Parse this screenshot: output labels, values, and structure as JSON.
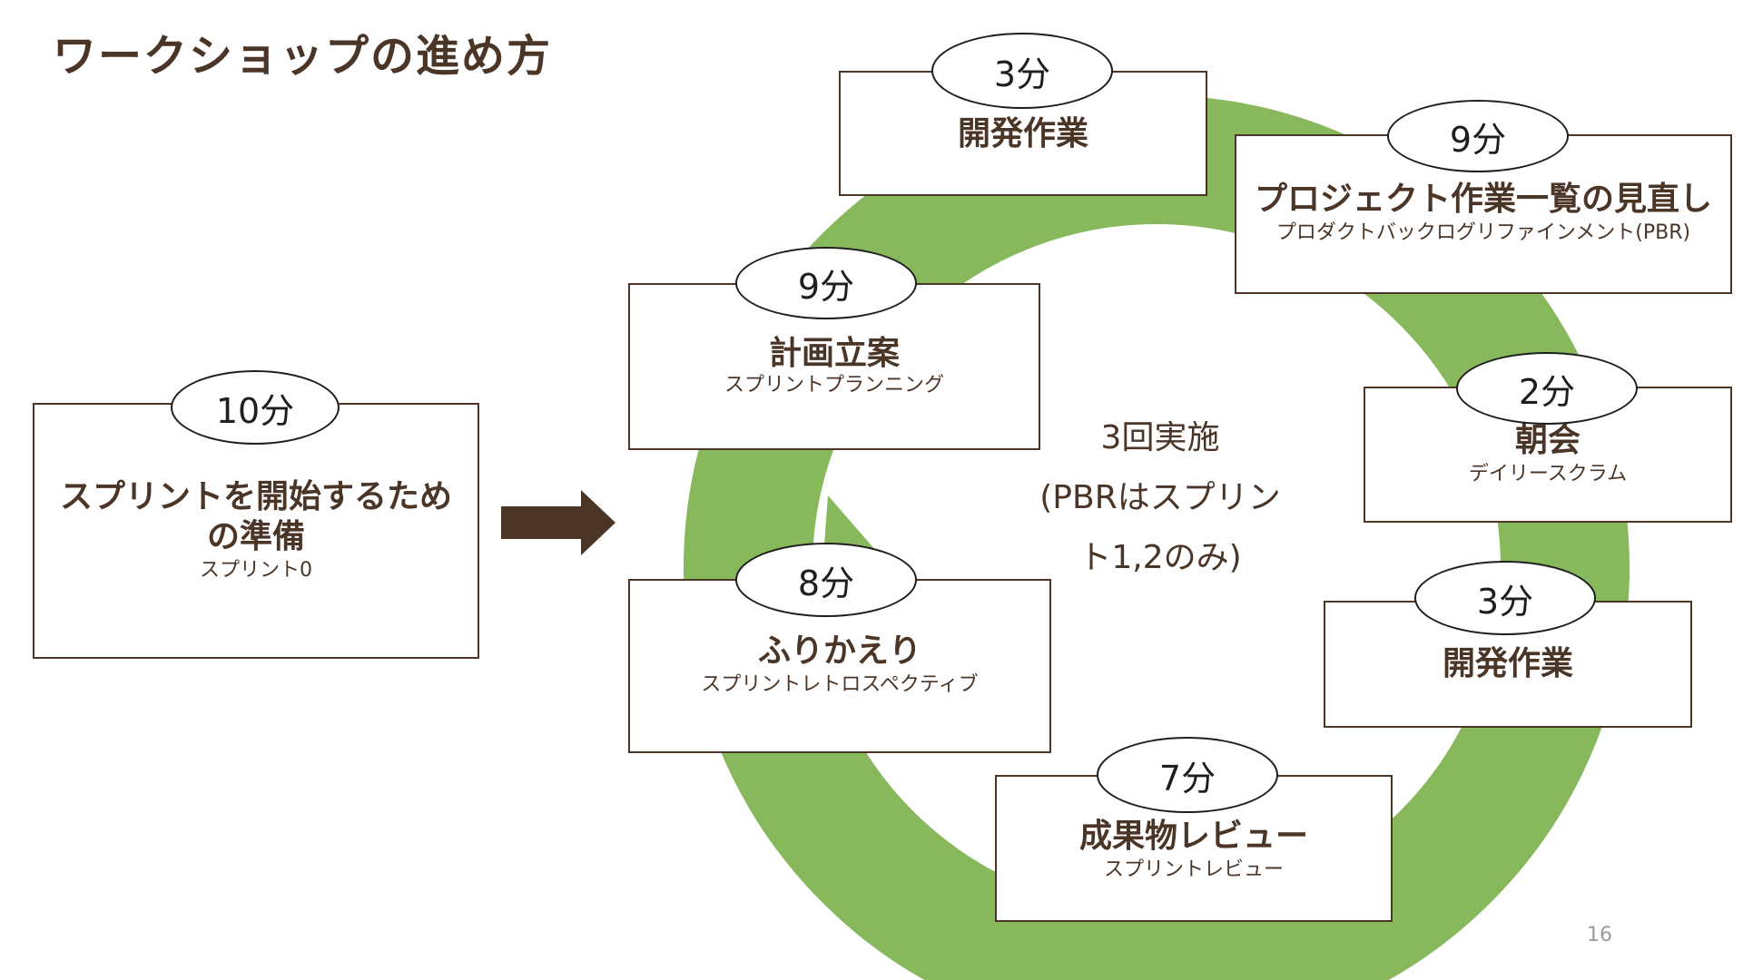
{
  "title": "ワークショップの進め方",
  "center_note": [
    "3回実施",
    "(PBRはスプリン",
    "ト1,2のみ)"
  ],
  "page_number": "16",
  "colors": {
    "ring": "#87b85c",
    "text": "#4a3527",
    "arrow": "#4a3527"
  },
  "prep": {
    "time": "10分",
    "title_line1": "スプリントを開始するため",
    "title_line2": "の準備",
    "subtitle": "スプリント0"
  },
  "steps": {
    "dev1": {
      "time": "3分",
      "title": "開発作業"
    },
    "pbr": {
      "time": "9分",
      "title": "プロジェクト作業一覧の見直し",
      "subtitle": "プロダクトバックログリファインメント(PBR)"
    },
    "planning": {
      "time": "9分",
      "title": "計画立案",
      "subtitle": "スプリントプランニング"
    },
    "standup": {
      "time": "2分",
      "title": "朝会",
      "subtitle": "デイリースクラム"
    },
    "dev2": {
      "time": "3分",
      "title": "開発作業"
    },
    "retro": {
      "time": "8分",
      "title": "ふりかえり",
      "subtitle": "スプリントレトロスペクティブ"
    },
    "review": {
      "time": "7分",
      "title": "成果物レビュー",
      "subtitle": "スプリントレビュー"
    }
  }
}
